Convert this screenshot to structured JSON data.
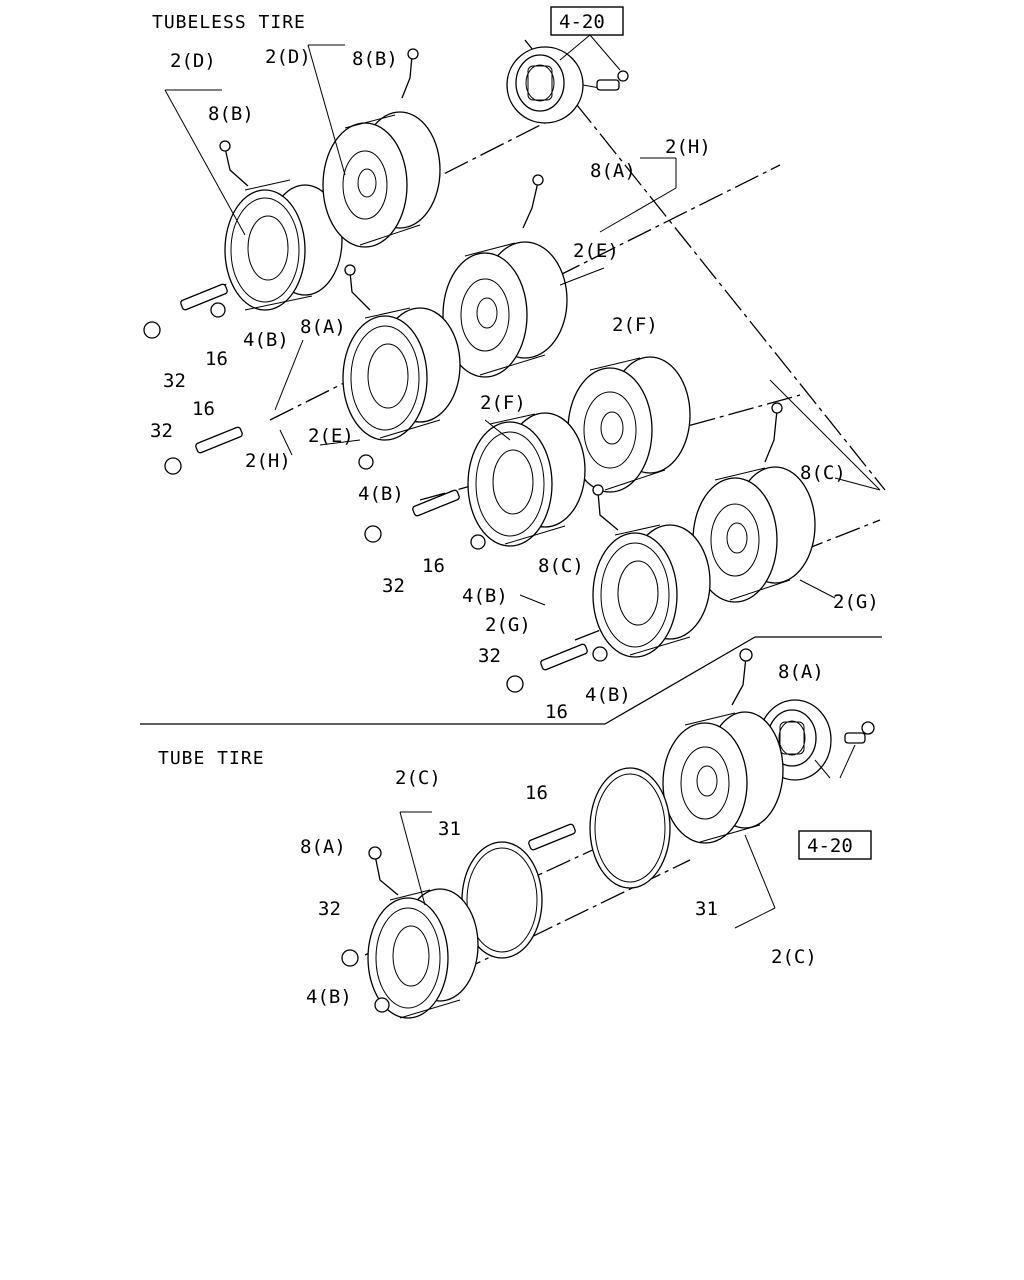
{
  "sections": {
    "tubeless": "TUBELESS TIRE",
    "tube": "TUBE TIRE"
  },
  "refs": {
    "hub_top": "4-20",
    "hub_bottom": "4-20"
  },
  "labels": {
    "d_left": "2(D)",
    "d_right": "2(D)",
    "b_valve_right": "8(B)",
    "b_valve_left": "8(B)",
    "h_top": "2(H)",
    "a_valve_top": "8(A)",
    "e_right": "2(E)",
    "a_valve_mid": "8(A)",
    "nut_4b_1": "4(B)",
    "n32_1": "32",
    "n16_1": "16",
    "f_right": "2(F)",
    "n16_2": "16",
    "n32_2": "32",
    "f_left": "2(F)",
    "e_left": "2(E)",
    "h_bottom": "2(H)",
    "nut_4b_2": "4(B)",
    "c_valve_right": "8(C)",
    "n16_3": "16",
    "n32_3": "32",
    "c_valve_mid": "8(C)",
    "nut_4b_3": "4(B)",
    "g_right": "2(G)",
    "g_left": "2(G)",
    "n32_4": "32",
    "nut_4b_4": "4(B)",
    "n16_4": "16",
    "a_valve_tube_right": "8(A)",
    "c_tube_top": "2(C)",
    "n16_tube": "16",
    "n31_left": "31",
    "a_valve_tube_left": "8(A)",
    "n32_tube": "32",
    "n31_right": "31",
    "nut_4b_tube": "4(B)",
    "c_tube_bottom": "2(C)"
  }
}
